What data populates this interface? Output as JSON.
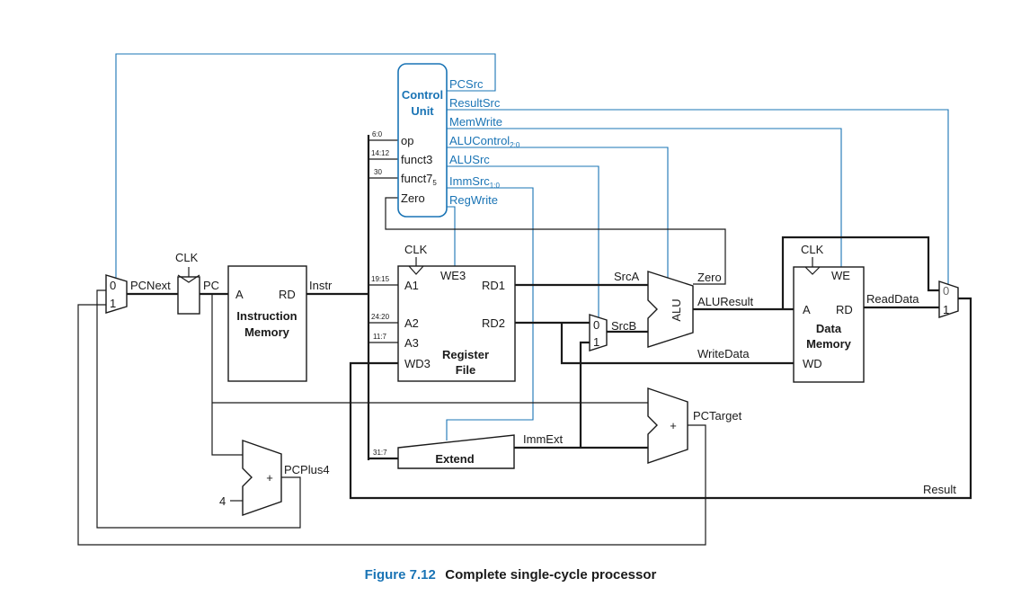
{
  "caption": {
    "number": "Figure 7.12",
    "text": "Complete single-cycle processor"
  },
  "control_unit": {
    "title_line1": "Control",
    "title_line2": "Unit",
    "inputs": [
      "op",
      "funct3",
      "funct7",
      "Zero"
    ],
    "funct7_sub": "5",
    "outputs": [
      "PCSrc",
      "ResultSrc",
      "MemWrite",
      "ALUControl",
      "ALUSrc",
      "ImmSrc",
      "RegWrite"
    ],
    "alucontrol_sub": "2:0",
    "immsrc_sub": "1:0"
  },
  "bit_fields": [
    "6:0",
    "14:12",
    "30",
    "19:15",
    "24:20",
    "11:7",
    "31:7"
  ],
  "clk": "CLK",
  "pc_mux": {
    "in0": "0",
    "in1": "1"
  },
  "srcb_mux": {
    "in0": "0",
    "in1": "1"
  },
  "result_mux": {
    "in0": "0",
    "in1": "1"
  },
  "signals": {
    "pcnext": "PCNext",
    "pc": "PC",
    "instr": "Instr",
    "srca": "SrcA",
    "srcb": "SrcB",
    "zero": "Zero",
    "aluresult": "ALUResult",
    "writedata": "WriteData",
    "readdata": "ReadData",
    "immext": "ImmExt",
    "pctarget": "PCTarget",
    "pcplus4": "PCPlus4",
    "result": "Result",
    "four": "4"
  },
  "instr_mem": {
    "port_a": "A",
    "port_rd": "RD",
    "name_line1": "Instruction",
    "name_line2": "Memory"
  },
  "reg_file": {
    "we3": "WE3",
    "a1": "A1",
    "a2": "A2",
    "a3": "A3",
    "wd3": "WD3",
    "rd1": "RD1",
    "rd2": "RD2",
    "name_line1": "Register",
    "name_line2": "File"
  },
  "alu": {
    "label": "ALU"
  },
  "adder_symbol": "+",
  "extend": {
    "label": "Extend"
  },
  "data_mem": {
    "we": "WE",
    "port_a": "A",
    "port_rd": "RD",
    "port_wd": "WD",
    "name_line1": "Data",
    "name_line2": "Memory"
  },
  "colors": {
    "control": "#1a74b5",
    "wire": "#1a1a1a",
    "caption_number": "#1a74b5"
  }
}
